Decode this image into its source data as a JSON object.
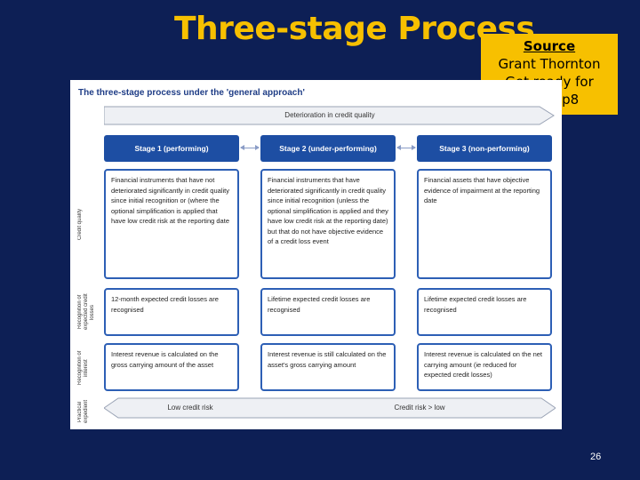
{
  "slide": {
    "title": "Three-stage Process",
    "page_number": "26"
  },
  "source_box": {
    "heading": "Source",
    "line1": "Grant Thornton",
    "line2": "Get ready for",
    "line3": "IFRS9 p8"
  },
  "figure": {
    "title": "The three-stage process under the 'general approach'",
    "deterioration_label": "Deterioration in credit quality",
    "stages": [
      "Stage 1 (performing)",
      "Stage 2 (under-performing)",
      "Stage 3 (non-performing)"
    ],
    "row_labels": [
      "Credit quality",
      "Recognition of expected credit losses",
      "Recognition of interest",
      "Practical expedient"
    ],
    "rows": [
      [
        "Financial instruments that have not deteriorated significantly in credit quality since initial recognition or (where the optional simplification is applied that have low credit risk at the reporting date",
        "Financial instruments that have deteriorated significantly in credit quality since initial recognition (unless the optional simplification is applied and they have low credit risk at the reporting date) but that do not have objective evidence of a credit loss event",
        "Financial assets that have objective evidence of impairment at the reporting date"
      ],
      [
        "12-month expected credit losses are recognised",
        "Lifetime expected credit losses are recognised",
        "Lifetime expected credit losses are recognised"
      ],
      [
        "Interest revenue is calculated on the gross carrying amount of the asset",
        "Interest revenue is still calculated on the asset's gross carrying amount",
        "Interest revenue is calculated on the net carrying amount (ie reduced for expected credit losses)"
      ]
    ],
    "bottom_left": "Low credit risk",
    "bottom_right": "Credit risk > low"
  },
  "colors": {
    "background": "#0d1f55",
    "title": "#f7c000",
    "source_box": "#f7c000",
    "stage_header": "#1d4ea3"
  }
}
